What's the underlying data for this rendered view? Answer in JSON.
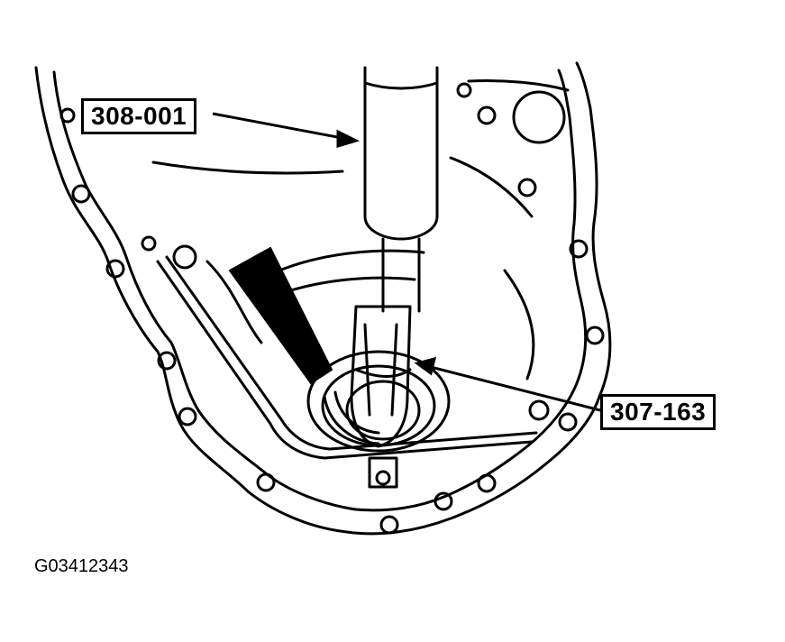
{
  "callouts": {
    "tool_upper": "308-001",
    "tool_lower": "307-163"
  },
  "figure_id": "G03412343",
  "colors": {
    "ink": "#000000",
    "paper": "#ffffff"
  }
}
